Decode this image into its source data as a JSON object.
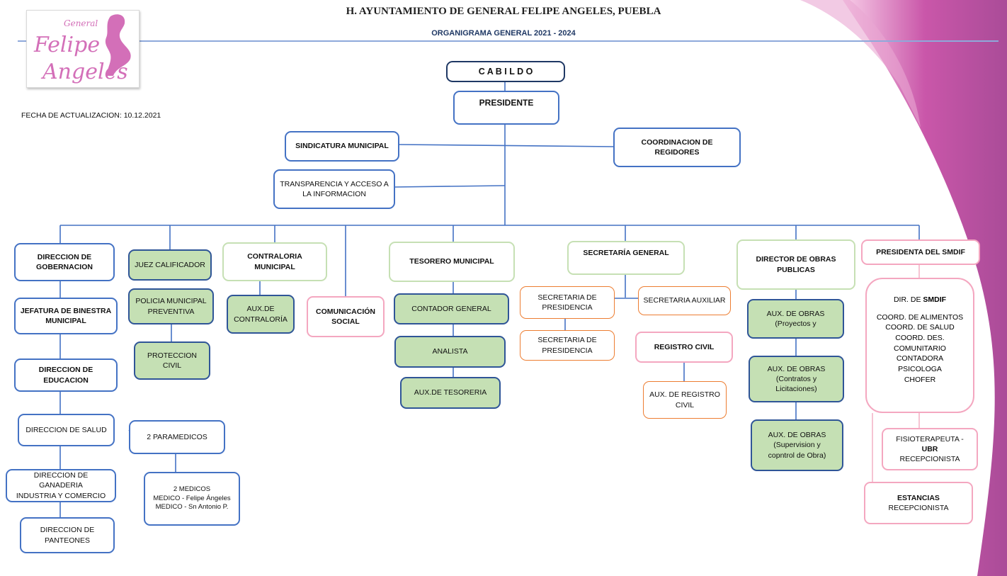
{
  "header": {
    "title": "H. AYUNTAMIENTO DE GENERAL FELIPE ANGELES, PUEBLA",
    "subtitle": "ORGANIGRAMA GENERAL 2021  -  2024",
    "update_date": "FECHA DE ACTUALIZACION: 10.12.2021"
  },
  "logo": {
    "line1": "General",
    "line2": "Felipe",
    "line3": "Angeles"
  },
  "colors": {
    "blue_border": "#4472c4",
    "green_fill": "#c5e0b4",
    "pink_border": "#f4a7c0",
    "orange_border": "#ed7d31",
    "connector": "#4472c4",
    "accent_magenta": "#c0399a"
  },
  "nodes": {
    "cabildo": "C A B I L D O",
    "presidente": "PRESIDENTE",
    "sindicatura": "SINDICATURA MUNICIPAL",
    "coordinacion": "COORDINACION DE\nREGIDORES",
    "transparencia": "TRANSPARENCIA Y ACCESO A\nLA INFORMACION",
    "gobernacion": "DIRECCION DE\nGOBERNACION",
    "juez": "JUEZ CALIFICADOR",
    "jefatura": "JEFATURA DE BINESTRA\nMUNICIPAL",
    "policia": "POLICIA MUNICIPAL\nPREVENTIVA",
    "proteccion": "PROTECCION\nCIVIL",
    "educacion": "DIRECCION DE\nEDUCACION",
    "salud": "DIRECCION DE SALUD",
    "paramedicos": "2 PARAMEDICOS",
    "ganaderia": "DIRECCION DE GANADERIA\nINDUSTRIA Y COMERCIO",
    "medicos": [
      "2 MEDICOS",
      "MEDICO - Felipe Ángeles",
      "MEDICO - Sn Antonio P."
    ],
    "panteones": "DIRECCION DE\nPANTEONES",
    "contraloria": "CONTRALORIA\nMUNICIPAL",
    "aux_contraloria": "AUX.DE\nCONTRALORÍA",
    "comunicacion": "COMUNICACIÓN\nSOCIAL",
    "tesorero": "TESORERO MUNICIPAL",
    "contador": "CONTADOR GENERAL",
    "analista": "ANALISTA",
    "aux_tesoreria": "AUX.DE TESORERIA",
    "secretaria_general": "SECRETARÍA GENERAL",
    "sec_presidencia_1": "SECRETARIA DE\nPRESIDENCIA",
    "sec_auxiliar": "SECRETARIA AUXILIAR",
    "sec_presidencia_2": "SECRETARIA DE\nPRESIDENCIA",
    "registro_civil": "REGISTRO CIVIL",
    "aux_registro": "AUX. DE REGISTRO\nCIVIL",
    "director_obras": "DIRECTOR DE OBRAS\nPUBLICAS",
    "aux_obras_1": "AUX. DE OBRAS\n(Proyectos y",
    "aux_obras_2": "AUX. DE OBRAS\n(Contratos y\nLicitaciones)",
    "aux_obras_3": "AUX. DE OBRAS\n(Supervision y\ncopntrol de Obra)",
    "presidenta_smdif": "PRESIDENTA DEL SMDIF",
    "smdif_dir_prefix": "DIR. DE ",
    "smdif_dir_bold": "SMDIF",
    "smdif_staff": [
      "COORD. DE ALIMENTOS",
      "COORD. DE SALUD",
      "COORD. DES.",
      "COMUNITARIO",
      "CONTADORA",
      "PSICOLOGA",
      "CHOFER"
    ],
    "fisioterapeuta_line1": "FISIOTERAPEUTA -",
    "fisioterapeuta_line2": "UBR",
    "fisioterapeuta_line3": "RECEPCIONISTA",
    "estancias_line1": "ESTANCIAS",
    "estancias_line2": "RECEPCIONISTA"
  }
}
